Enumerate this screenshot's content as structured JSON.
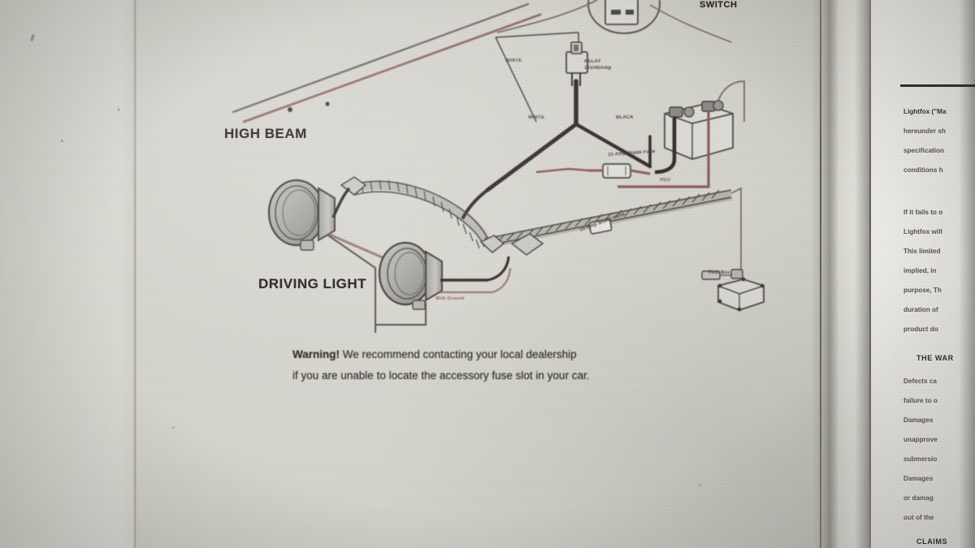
{
  "document": {
    "type": "printed-instruction-manual-photograph",
    "subject": "Driving light wiring harness diagram",
    "brand": "Lightfox"
  },
  "diagram": {
    "title_labels": {
      "high_beam": "HIGH BEAM",
      "driving_light": "DRIVING LIGHT",
      "switch": "SWITCH"
    },
    "wire_labels": {
      "white_upper": "WHITE",
      "white_lower": "WHITE",
      "black": "BLACK",
      "red": "RED",
      "relay": "RELAY",
      "relay_sub": "12v/40Amp",
      "fuse_red": "15 Amp Blade Fuse",
      "fuse_inline": "15 Amp Blade Fuse",
      "fuse_box": "Fuse Box",
      "ground": "With Ground"
    }
  },
  "warning": {
    "strong": "Warning!",
    "line1": " We recommend contacting your local dealership",
    "line2": "if you are unable to locate the accessory fuse slot in your car."
  },
  "right_page": {
    "lines": [
      "Lightfox (\"Ma",
      "hereunder sh",
      "specification",
      "conditions h",
      "If it fails to o",
      "Lightfox will",
      "This limited",
      "implied, in",
      "purpose, Th",
      "duration of",
      "product do",
      "THE WAR",
      "Defects ca",
      "failure to o",
      "Damages",
      "unapprove",
      "submersio",
      "Damages",
      "or damag",
      "out of the",
      "CLAIMS"
    ],
    "heading_indices": [
      11,
      20
    ]
  },
  "colors": {
    "paper": "#d6d5ce",
    "ink": "#2a2724",
    "wire_red": "#8d5a55",
    "wire_black": "#2e2b28",
    "wire_gray": "#6f6c65"
  }
}
